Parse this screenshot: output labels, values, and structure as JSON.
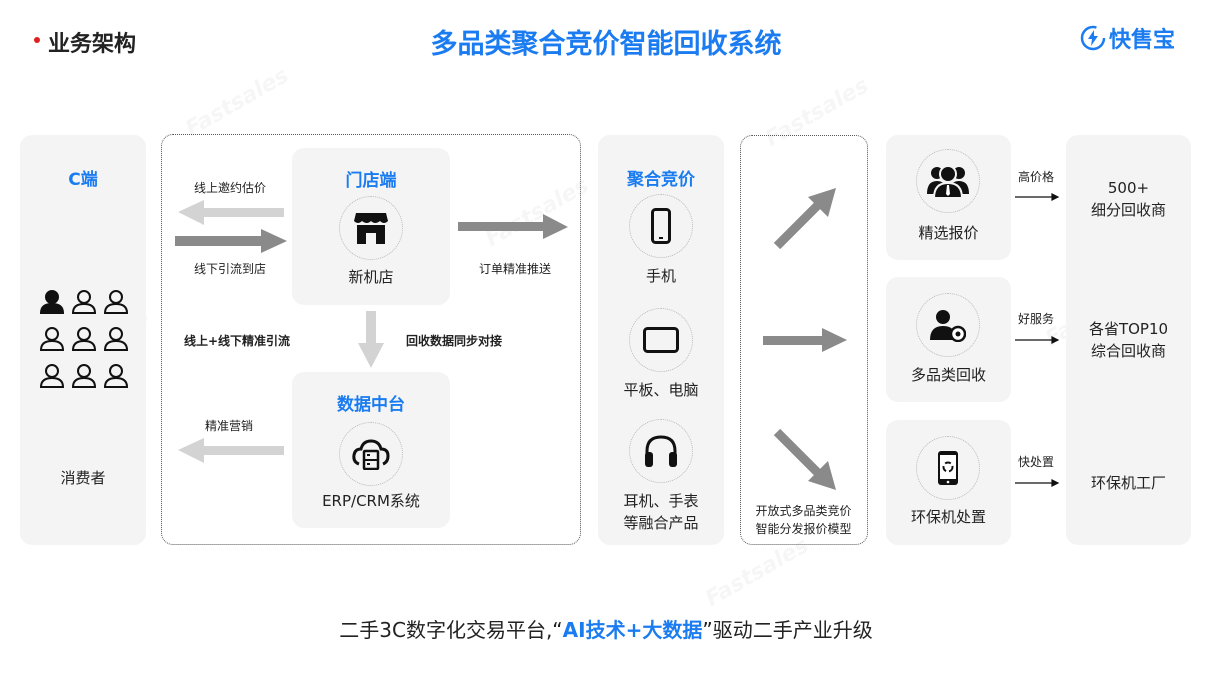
{
  "header": {
    "section": "业务架构",
    "title": "多品类聚合竞价智能回收系统",
    "logo": "快售宝",
    "brand_color": "#1a7cf0",
    "dot_color": "#e02020"
  },
  "watermark": "Fastsales",
  "consumer": {
    "title": "C端",
    "label": "消费者"
  },
  "store": {
    "title": "门店端",
    "label": "新机店",
    "online": "线上邀约估价",
    "offline": "线下引流到店",
    "push": "订单精准推送",
    "combined": "线上+线下精准引流",
    "sync": "回收数据同步对接"
  },
  "data_center": {
    "title": "数据中台",
    "label": "ERP/CRM系统",
    "marketing": "精准营销"
  },
  "bidding": {
    "title": "聚合竞价",
    "items": [
      "手机",
      "平板、电脑",
      "耳机、手表",
      "等融合产品"
    ]
  },
  "model": {
    "line1": "开放式多品类竞价",
    "line2": "智能分发报价模型"
  },
  "services": [
    {
      "label": "精选报价",
      "tag": "高价格"
    },
    {
      "label": "多品类回收",
      "tag": "好服务"
    },
    {
      "label": "环保机处置",
      "tag": "快处置"
    }
  ],
  "recyclers": [
    [
      "500+",
      "细分回收商"
    ],
    [
      "各省TOP10",
      "综合回收商"
    ],
    [
      "环保机工厂"
    ]
  ],
  "footer": {
    "pre": "二手3C数字化交易平台,“",
    "highlight": "AI技术+大数据",
    "post": "”驱动二手产业升级"
  }
}
